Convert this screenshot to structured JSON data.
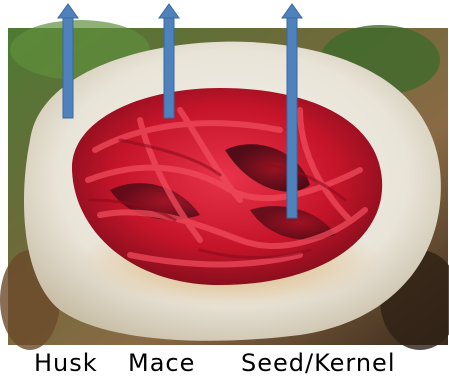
{
  "labels": {
    "husk": "Husk",
    "mace": "Mace",
    "seed": "Seed/Kernel"
  },
  "colors": {
    "arrow": "#4f81bd",
    "mace_red": "#c5142a",
    "husk_cream": "#ece8de",
    "background_green": "#3f6a2c",
    "background_brown": "#7a5a35"
  }
}
